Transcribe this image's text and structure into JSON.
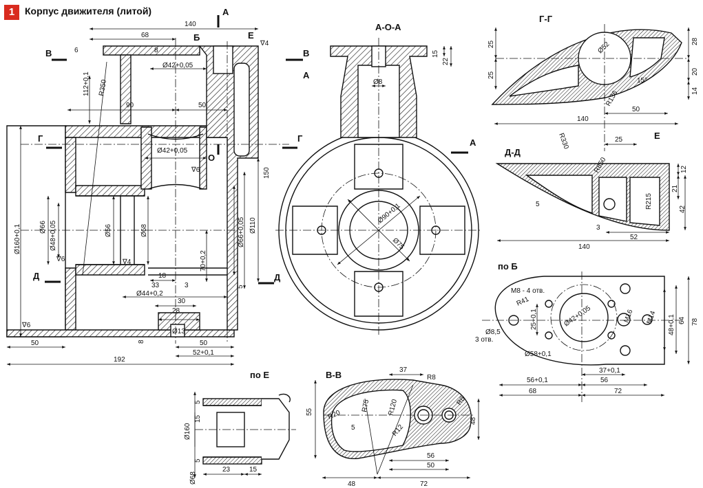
{
  "header": {
    "number": "1",
    "title": "Корпус движителя (литой)"
  },
  "section_titles": {
    "aoa": "А-О-А",
    "gg": "Г-Г",
    "dd": "Д-Д",
    "po_b": "по Б",
    "po_e": "по Е",
    "vv": "В-В"
  },
  "cut_letters": [
    "А",
    "Б",
    "Е",
    "В",
    "В",
    "А",
    "Г",
    "Г",
    "Д",
    "Д",
    "О",
    "А",
    "Е"
  ],
  "main_view_dims": [
    "140",
    "68",
    "6",
    "8",
    "∇4",
    "Ø42+0,05",
    "112+0,1",
    "R350",
    "90",
    "50",
    "Ø42+0,05",
    "∇6",
    "150",
    "Ø66+0,05",
    "Ø110",
    "Ø160+0,1",
    "Ø66",
    "Ø48+0,05",
    "∇6",
    "Ø56",
    "Ø68",
    "∇4",
    "70+0,2",
    "18",
    "33",
    "3",
    "Ø44+0,2",
    "30",
    "28",
    "Ø13",
    "5",
    "8",
    "∇6",
    "50",
    "50",
    "52+0,1",
    "192"
  ],
  "aoa_dims": [
    "15",
    "22",
    "Ø8",
    "Ø90+0,1",
    "Ø75"
  ],
  "gg_dims": [
    "25",
    "25",
    "28",
    "20",
    "14",
    "Ø52",
    "15°",
    "R136",
    "50",
    "140",
    "R330",
    "25"
  ],
  "dd_dims": [
    "R850",
    "12",
    "21",
    "42",
    "R215",
    "5",
    "3",
    "52",
    "140"
  ],
  "po_b_dims": [
    "M8 - 4 отв.",
    "R41",
    "25+0,1",
    "Ø42+0,05",
    "M16",
    "M14",
    "48+0,1",
    "64",
    "78",
    "Ø8,5",
    "3 отв.",
    "Ø58+0,1",
    "37+0,1",
    "56+0,1",
    "68",
    "56",
    "72"
  ],
  "po_e_dims": [
    "5",
    "Ø160",
    "15",
    "5",
    "Ø68",
    "23",
    "15"
  ],
  "vv_dims": [
    "37",
    "R8",
    "55",
    "R20",
    "R75",
    "R120",
    "R12",
    "R8",
    "48",
    "5",
    "56",
    "50",
    "48",
    "72"
  ]
}
